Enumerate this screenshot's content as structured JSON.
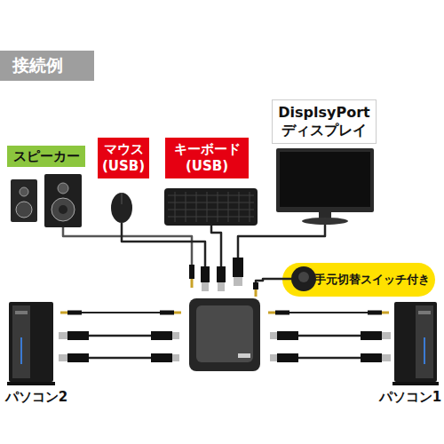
{
  "diagram": {
    "title": "接続例",
    "nodes": [
      {
        "text": [
          "スピーカー"
        ]
      },
      {
        "text": [
          "マウス (USB)"
        ]
      },
      {
        "text": [
          "キーボード (USB)"
        ]
      },
      {
        "text": [
          "DisplsyPort ディスプレイ"
        ]
      },
      {
        "text": [
          "手元切替スイッチ付き"
        ]
      },
      {
        "text": [
          "パソコン2"
        ]
      },
      {
        "text": [
          "パソコン1"
        ]
      }
    ]
  }
}
